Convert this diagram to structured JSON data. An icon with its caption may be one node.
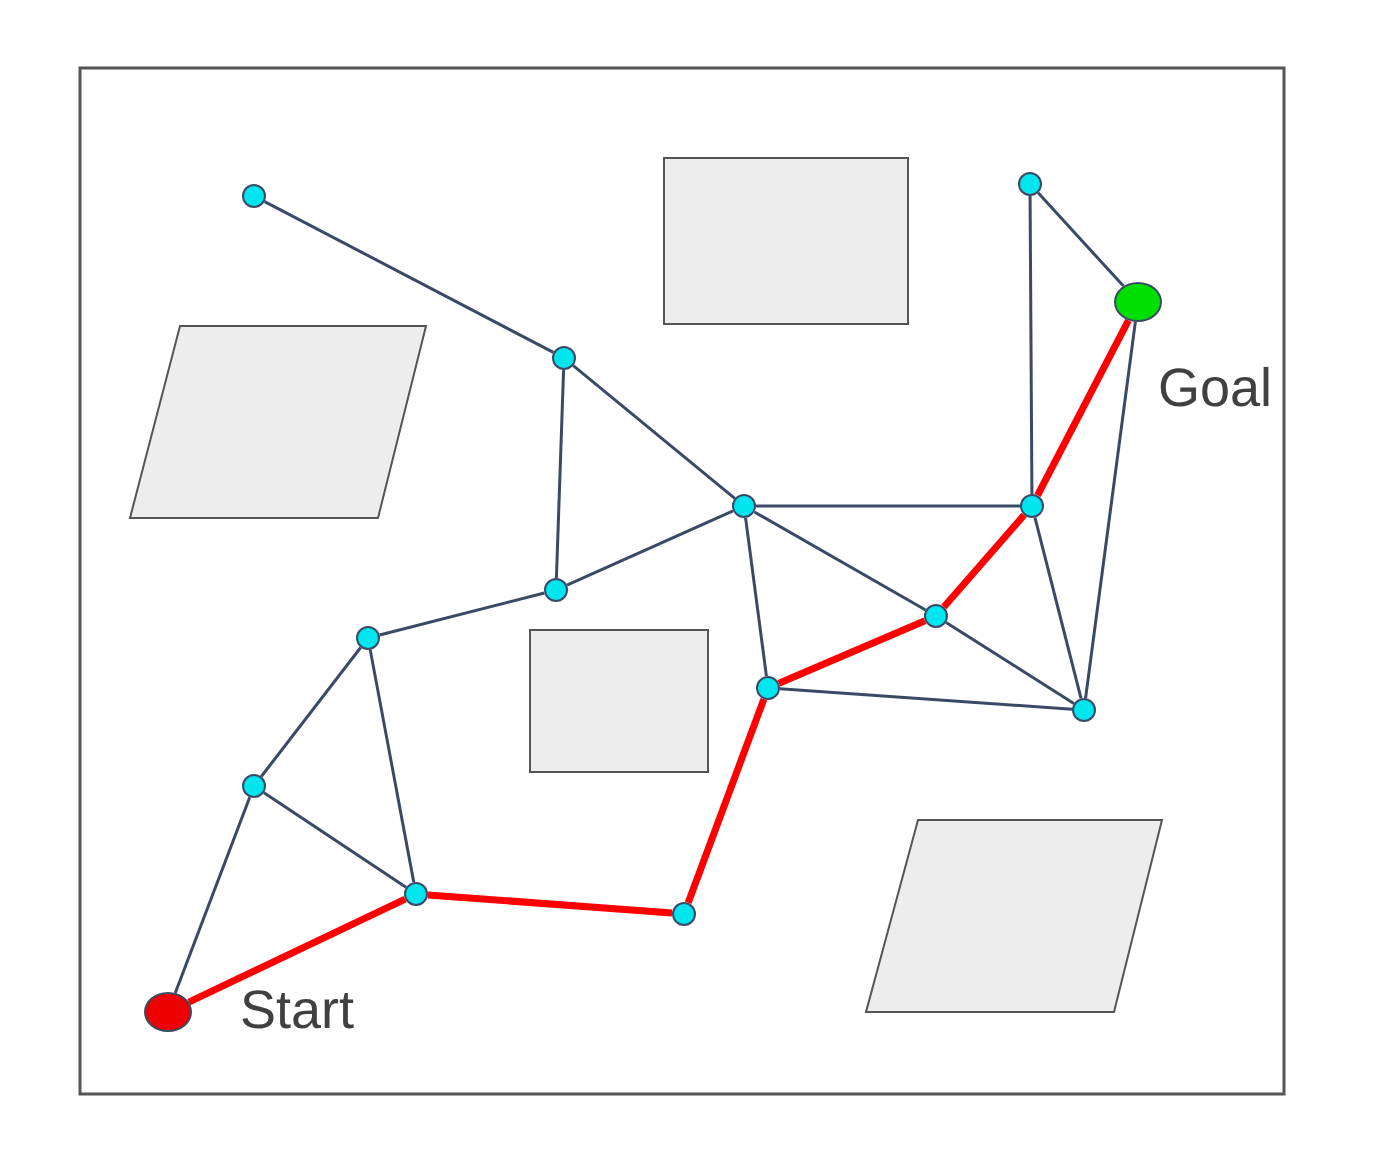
{
  "diagram": {
    "nodes": [
      {
        "text": [],
        "shape": "circle"
      },
      {
        "text": [],
        "shape": "circle"
      },
      {
        "text": [],
        "shape": "circle",
        "beside": [
          "Goal"
        ]
      },
      {
        "text": [],
        "shape": "circle"
      },
      {
        "text": [],
        "shape": "circle"
      },
      {
        "text": [],
        "shape": "circle"
      },
      {
        "text": [],
        "shape": "circle"
      },
      {
        "text": [],
        "shape": "circle"
      },
      {
        "text": [],
        "shape": "circle"
      },
      {
        "text": [],
        "shape": "circle"
      },
      {
        "text": [],
        "shape": "circle"
      },
      {
        "text": [],
        "shape": "circle"
      },
      {
        "text": [],
        "shape": "circle"
      },
      {
        "text": [],
        "shape": "circle"
      },
      {
        "text": [],
        "shape": "circle",
        "beside": [
          "Start"
        ]
      }
    ],
    "edges": [
      {
        "from": 1,
        "to": 3,
        "arrow": "none"
      },
      {
        "from": 3,
        "to": 4,
        "arrow": "none"
      },
      {
        "from": 3,
        "to": 6,
        "arrow": "none"
      },
      {
        "from": 6,
        "to": 4,
        "arrow": "none"
      },
      {
        "from": 6,
        "to": 8,
        "arrow": "none"
      },
      {
        "from": 8,
        "to": 11,
        "arrow": "none"
      },
      {
        "from": 8,
        "to": 12,
        "arrow": "none"
      },
      {
        "from": 11,
        "to": 12,
        "arrow": "none"
      },
      {
        "from": 11,
        "to": 14,
        "arrow": "none"
      },
      {
        "from": 14,
        "to": 12,
        "arrow": "none",
        "style": "thick",
        "color": "#ff0000"
      },
      {
        "from": 12,
        "to": 13,
        "arrow": "none",
        "style": "thick",
        "color": "#ff0000"
      },
      {
        "from": 13,
        "to": 9,
        "arrow": "none",
        "style": "thick",
        "color": "#ff0000"
      },
      {
        "from": 9,
        "to": 4,
        "arrow": "none"
      },
      {
        "from": 4,
        "to": 7,
        "arrow": "none"
      },
      {
        "from": 4,
        "to": 5,
        "arrow": "none"
      },
      {
        "from": 9,
        "to": 7,
        "arrow": "none",
        "style": "thick",
        "color": "#ff0000"
      },
      {
        "from": 9,
        "to": 10,
        "arrow": "none"
      },
      {
        "from": 7,
        "to": 5,
        "arrow": "none",
        "style": "thick",
        "color": "#ff0000"
      },
      {
        "from": 7,
        "to": 10,
        "arrow": "none"
      },
      {
        "from": 5,
        "to": 10,
        "arrow": "none"
      },
      {
        "from": 5,
        "to": 0,
        "arrow": "none"
      },
      {
        "from": 5,
        "to": 2,
        "arrow": "none",
        "style": "thick",
        "color": "#ff0000"
      },
      {
        "from": 0,
        "to": 2,
        "arrow": "none"
      },
      {
        "from": 2,
        "to": 10,
        "arrow": "none"
      }
    ]
  }
}
